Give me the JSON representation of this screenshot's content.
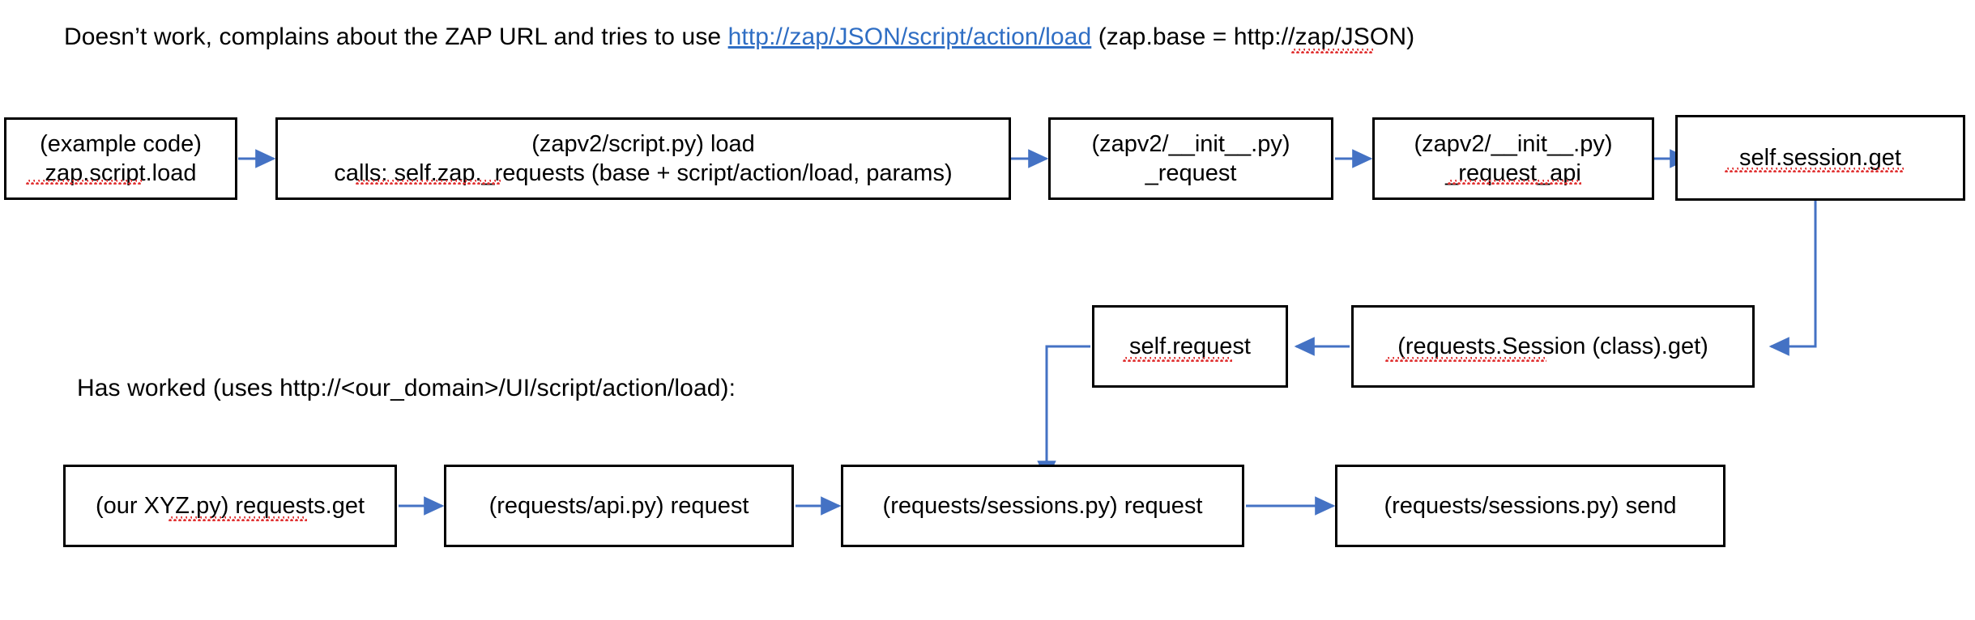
{
  "page": {
    "background": "#ffffff",
    "box_border_color": "#000000",
    "arrow_color": "#4472c4",
    "link_color": "#2f6ec4",
    "spellcheck_color": "#e03030"
  },
  "captions": {
    "fail_line": {
      "before_link": "Doesn’t work, complains about the ZAP URL and tries to use ",
      "link": "http://zap/JSON/script/action/load",
      "after_link": " (zap.base = http://zap/JSON)"
    },
    "success_line": "Has worked (uses http://<our_domain>/UI/script/action/load):"
  },
  "flows": {
    "failing_flow": {
      "nodes": [
        {
          "id": "example-code",
          "line1": "(example code)",
          "line2": "zap.script.load"
        },
        {
          "id": "zapv2-script-load",
          "line1": "(zapv2/script.py) load",
          "line2": "calls: self.zap._requests (base + script/action/load, params)"
        },
        {
          "id": "zapv2-init-request",
          "line1": "(zapv2/__init__.py)",
          "line2": "_request"
        },
        {
          "id": "zapv2-init-request-api",
          "line1": "(zapv2/__init__.py)",
          "line2": "_request_api"
        },
        {
          "id": "self-session-get",
          "line1": "self.session.get",
          "line2": ""
        }
      ]
    },
    "middle_row": {
      "nodes": [
        {
          "id": "self-request",
          "line1": "self.request",
          "line2": ""
        },
        {
          "id": "requests-session-class-get",
          "line1": "(requests.Session (class).get)",
          "line2": ""
        }
      ]
    },
    "working_flow": {
      "nodes": [
        {
          "id": "our-xyz-requests-get",
          "line1": "(our XYZ.py) requests.get",
          "line2": ""
        },
        {
          "id": "requests-api-request",
          "line1": "(requests/api.py) request",
          "line2": ""
        },
        {
          "id": "requests-sessions-request",
          "line1": "(requests/sessions.py) request",
          "line2": ""
        },
        {
          "id": "requests-sessions-send",
          "line1": "(requests/sessions.py) send",
          "line2": ""
        }
      ]
    }
  }
}
